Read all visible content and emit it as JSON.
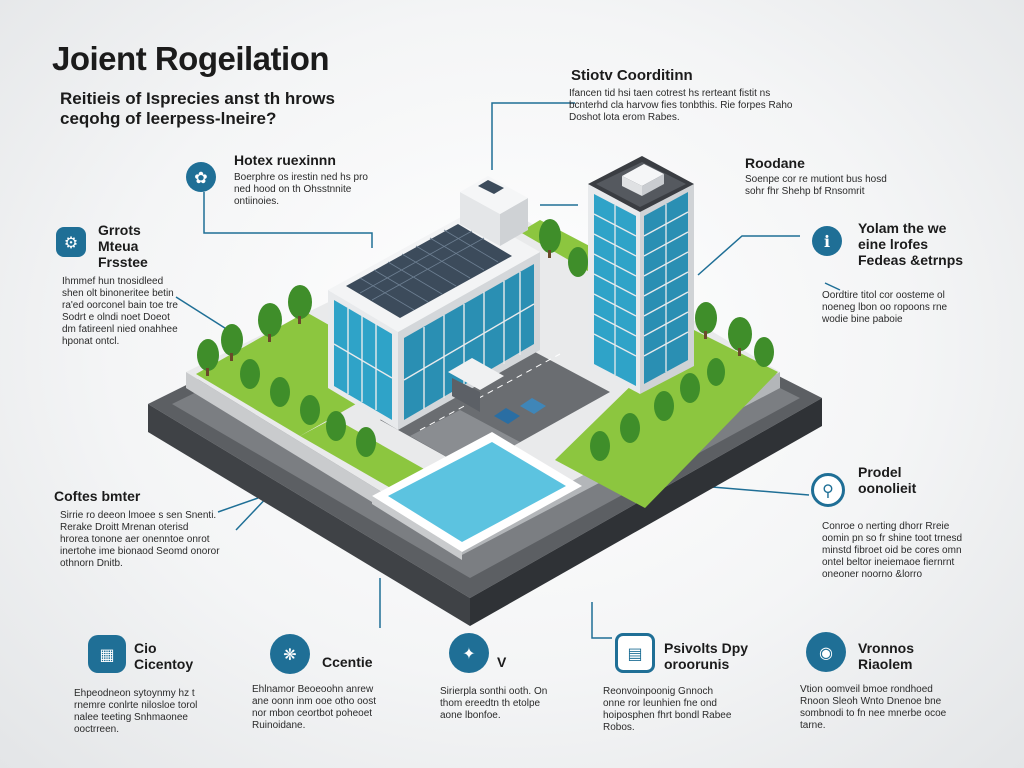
{
  "title": "Joient Rogeilation",
  "subtitle": "Reitieis of Isprecies anst th hrows ceqohg of leerpess-lneire?",
  "colors": {
    "accent": "#1f6f96",
    "grass": "#8cc63f",
    "glass": "#2fa3c8",
    "water": "#5cc3e0"
  },
  "callouts": [
    {
      "label": "Stiotv Coorditinn",
      "text": "Ifancen tid hsi taen cotrest hs rerteant fistit ns bcnterhd cla harvow fies tonbthis. Rie forpes Raho Doshot lota erom Rabes."
    },
    {
      "label": "Hotex ruexinnn",
      "text": "Boerphre os irestin ned hs pro ned hood on th Ohsstnnite ontiinoies.",
      "icon": "fingerprint-icon"
    },
    {
      "label": "Roodane",
      "text": "Soenpe cor re mutiont bus hosd sohr fhr Shehp bf Rnsomrit"
    },
    {
      "label": "Grrots Mteua Frsstee",
      "text": "Ihmmef hun tnosidleed shen olt binoneritee betin ra'ed oorconel bain toe tre Sodrt e olndi noet Doeot dm fatireenl nied onahhee hponat ontcl.",
      "icon": "gear-icon"
    },
    {
      "label": "Yolam the we eine lrofes Fedeas &etrnps",
      "text": "Oordtire titol cor oosteme ol noeneg lbon oo ropoons rne wodie bine paboie",
      "icon": "info-icon"
    },
    {
      "label": "Coftes bmter",
      "text": "Sirrie ro deeon lmoee s sen Snenti. Rerake Droitt Mrenan oterisd hrorea tonone aer onenntoe onrot inertohe ime bionaod Seomd onoror othnorn Dnitb."
    },
    {
      "label": "Prodel oonolieit",
      "text": "Conroe o nerting dhorr Rreie oomin pn so fr shine toot trnesd minstd fibroet oid be cores omn ontel beltor ineiemaoe fiernrnt oneoner noorno &lorro",
      "icon": "search-icon"
    }
  ],
  "bottom_items": [
    {
      "label": "Cio Cicentoy",
      "text": "Ehpeodneon sytoynmy hz t rnemre conlrte nilosloe torol nalee teeting Snhmaonee ooctrreen.",
      "icon": "chart-icon"
    },
    {
      "label": "Ccentie",
      "text": "Ehlnamor Beoeoohn anrew ane oonn inm ooe otho oost nor mbon ceortbot poheoet Ruinoidane.",
      "icon": "puzzle-icon"
    },
    {
      "label": "V",
      "text": "Sirierpla sonthi ooth. On thom ereedtn th etolpe aone lbonfoe.",
      "icon": "tools-icon"
    },
    {
      "label": "Psivolts Dpy oroorunis",
      "text": "Reonvoinpoonig Gnnoch onne ror leunhien fne ond hoiposphen fhrt bondl Rabee Robos.",
      "icon": "document-icon"
    },
    {
      "label": "Vronnos Riaolem",
      "text": "Vtion oomveil bmoe rondhoed Rnoon Sleoh Wnto Dnenoe bne sombnodi to fn nee mnerbe ocoe tarne.",
      "icon": "target-icon"
    }
  ]
}
